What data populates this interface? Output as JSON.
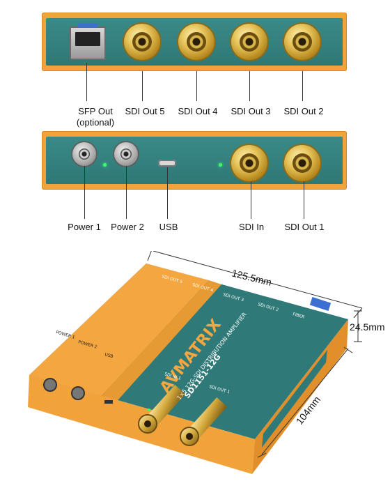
{
  "top_panel": {
    "labels": [
      "SFP Out",
      "(optional)",
      "SDI Out 5",
      "SDI Out 4",
      "SDI Out 3",
      "SDI Out 2"
    ]
  },
  "bottom_panel": {
    "labels": [
      "Power 1",
      "Power 2",
      "USB",
      "SDI In",
      "SDI Out 1"
    ]
  },
  "device": {
    "brand": "AVMATRIX",
    "model": "SD1151-12G",
    "subtitle": "1×5 12G-SDI DISTRIBUTION AMPLIFIER",
    "port_text": [
      "POWER 1",
      "POWER 2",
      "USB",
      "SDI IN 1",
      "SDI OUT 1",
      "SDI OUT 2",
      "SDI OUT 3",
      "SDI OUT 4",
      "SDI OUT 5",
      "FIBER"
    ],
    "dimensions": {
      "length": "125.5mm",
      "height": "24.5mm",
      "depth": "104mm"
    }
  },
  "colors": {
    "teal": "#2f7a78",
    "orange": "#f2a23a",
    "gold": "#d9b64c"
  }
}
